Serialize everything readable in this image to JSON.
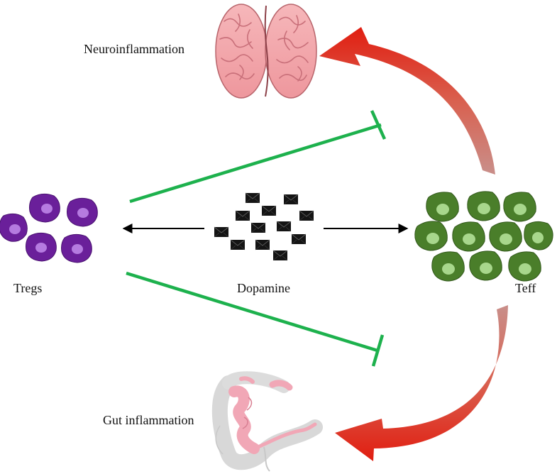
{
  "labels": {
    "neuroinflammation": "Neuroinflammation",
    "tregs": "Tregs",
    "dopamine": "Dopamine",
    "teff": "Teff",
    "gut_inflammation": "Gut inflammation"
  },
  "colors": {
    "treg_cell": "#6a1f9a",
    "treg_nucleus": "#b57be0",
    "teff_cell": "#4a7e2a",
    "teff_nucleus": "#a8d78c",
    "inhibition_line": "#1db14d",
    "activation_arrow": "#e0281a",
    "dopamine_particle": "#111111",
    "brain": "#f2a3a8",
    "gut": "#f1a7b6"
  },
  "icons": {
    "brain": "brain-icon",
    "gut": "gut-icon",
    "treg": "treg-cell-icon",
    "teff": "teff-cell-icon",
    "dopamine": "dopamine-particle-icon"
  }
}
